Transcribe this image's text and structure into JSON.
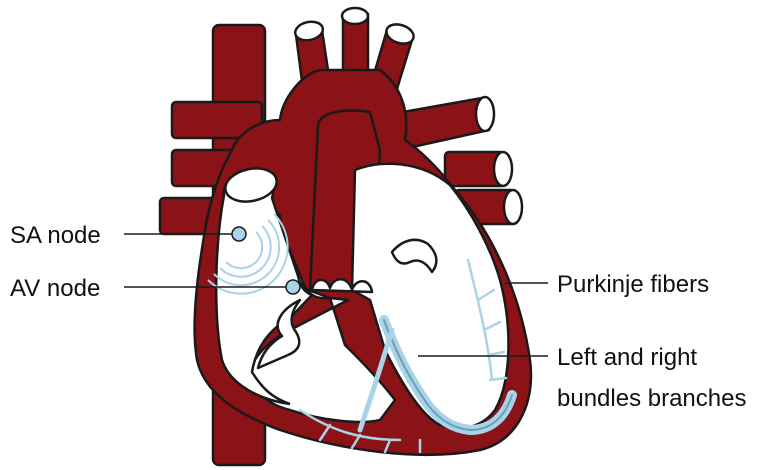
{
  "labels": {
    "sa_node": "SA node",
    "av_node": "AV node",
    "purkinje": "Purkinje fibers",
    "bundle_line1": "Left and right",
    "bundle_line2": "bundles branches"
  },
  "colors": {
    "muscle": "#8b1216",
    "outline": "#1a1a1a",
    "chamber": "#ffffff",
    "conduction": "#a9d3e6",
    "conduction_stroke": "#6e9fb5",
    "node_fill": "#a9d3e6"
  }
}
